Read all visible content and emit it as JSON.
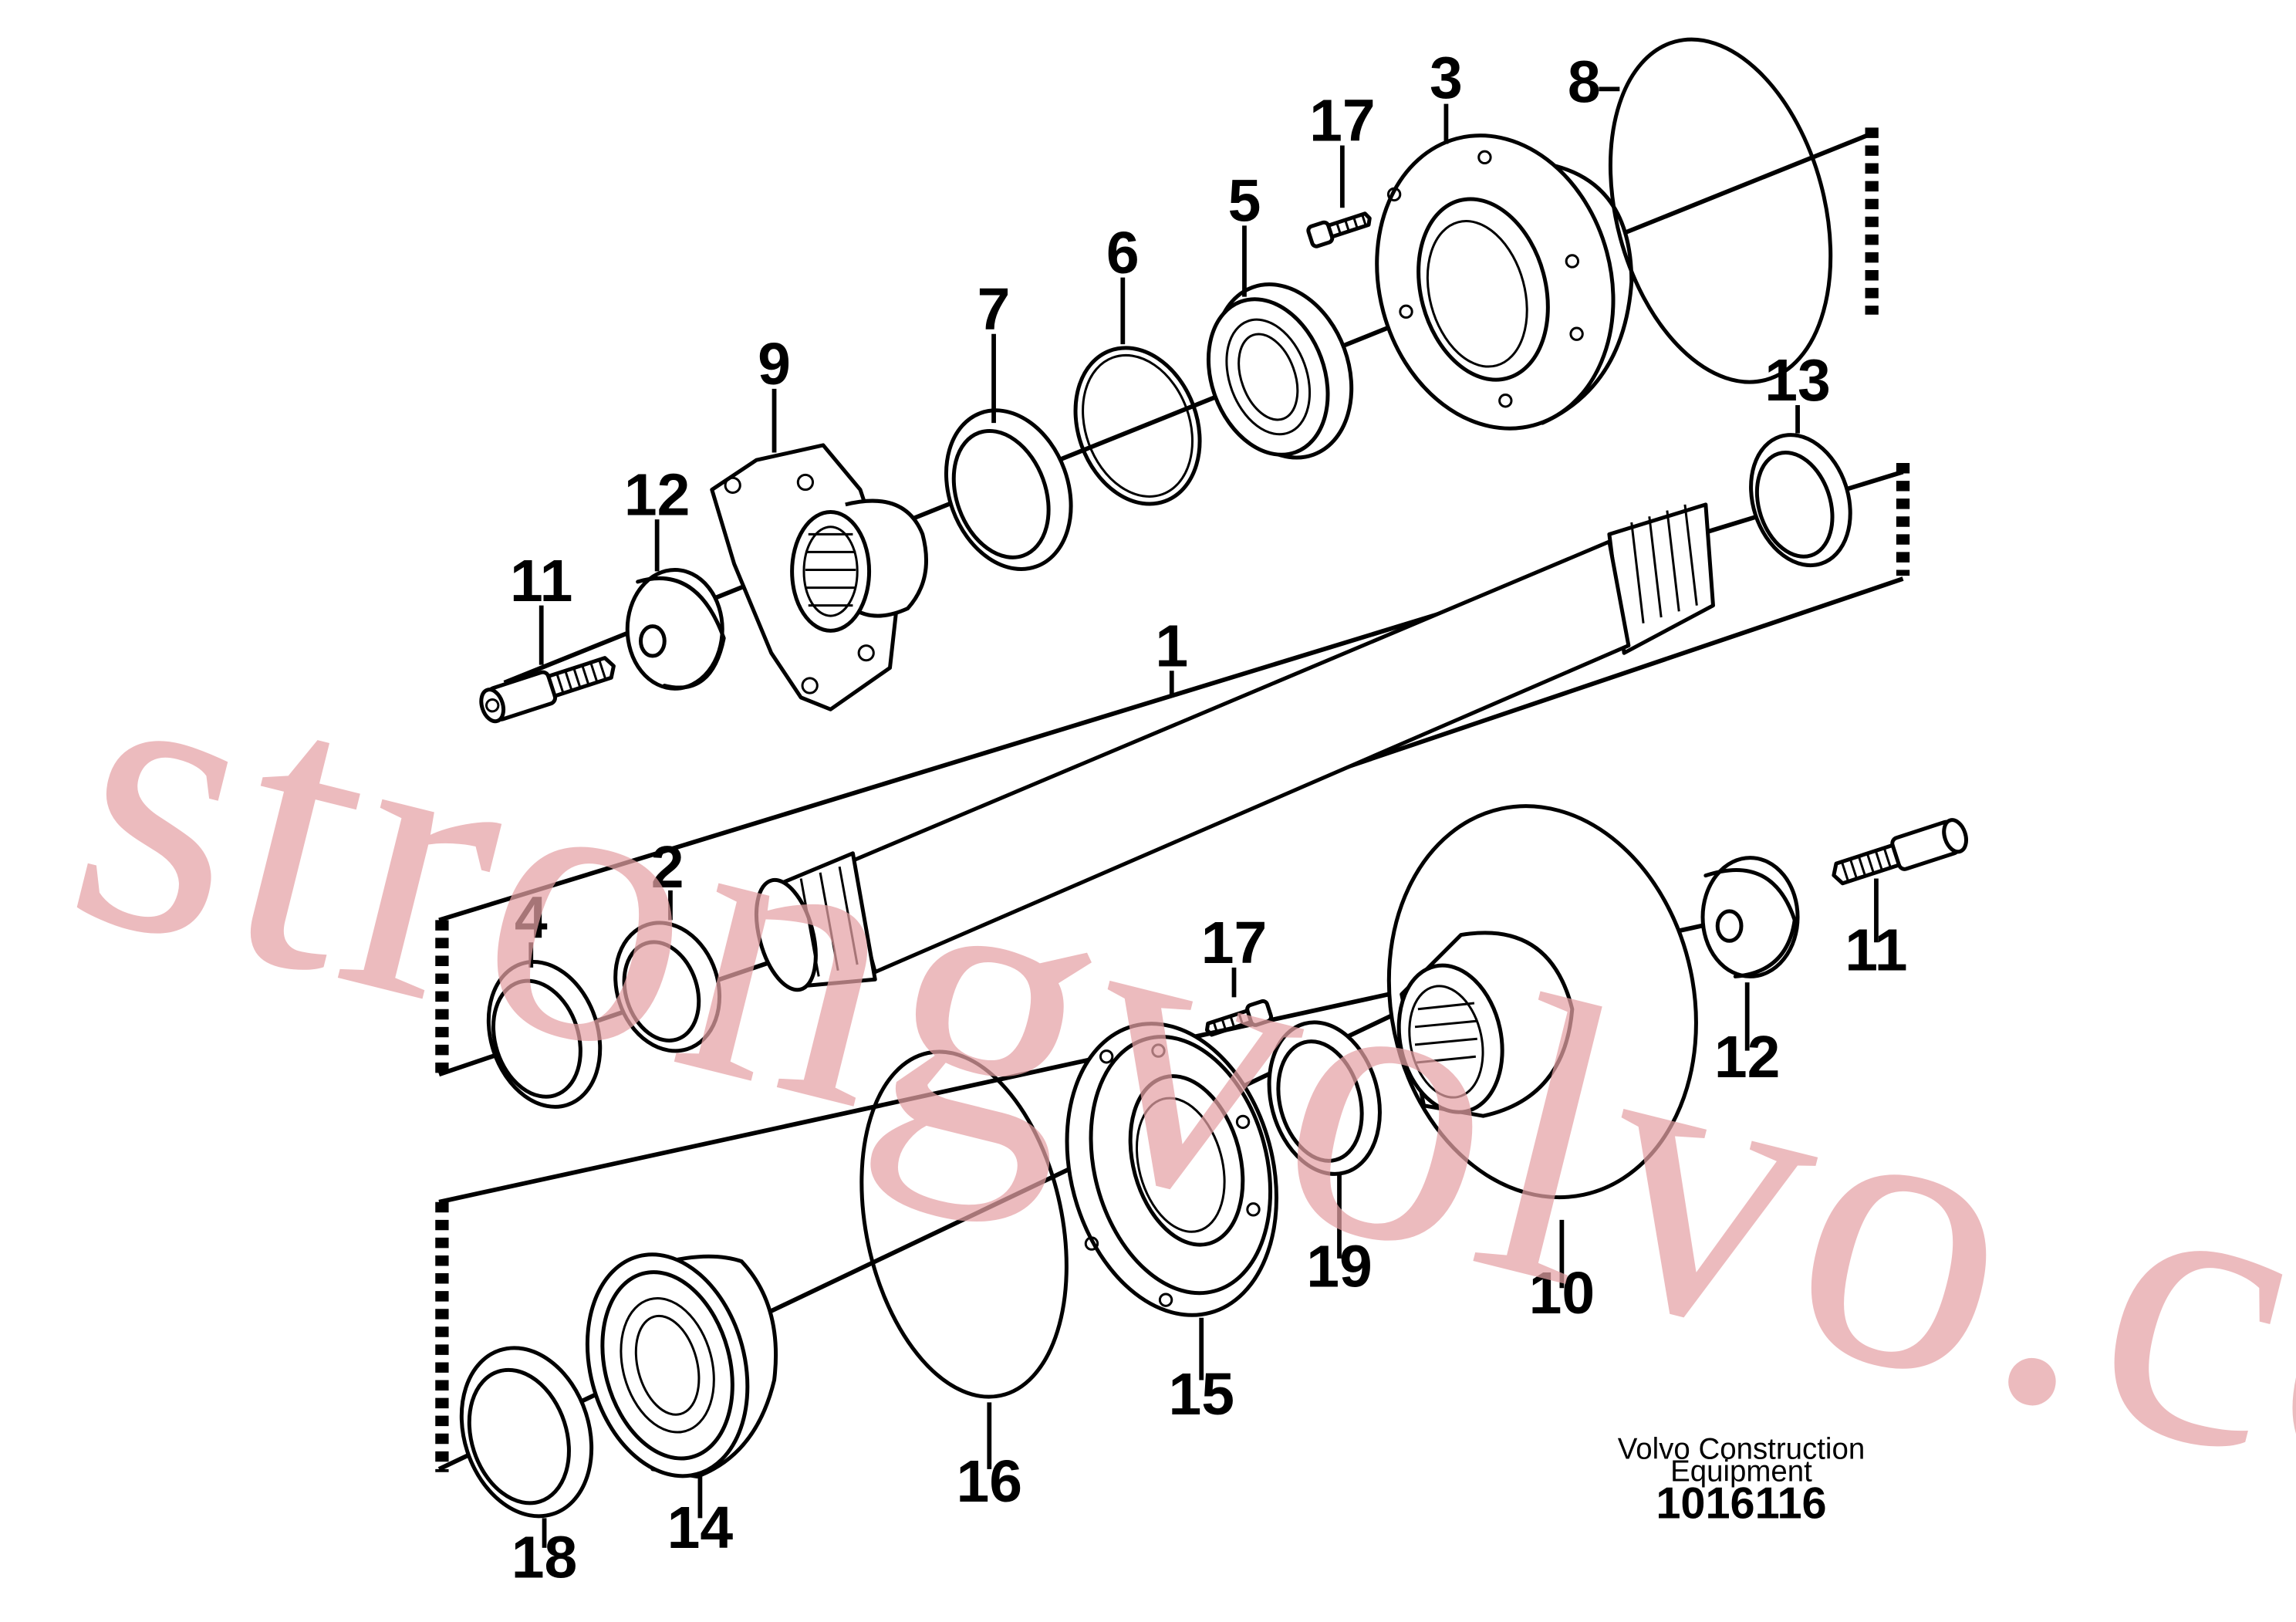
{
  "callouts": {
    "c1": "1",
    "c2": "2",
    "c3": "3",
    "c4": "4",
    "c5": "5",
    "c6": "6",
    "c7": "7",
    "c8": "8",
    "c9": "9",
    "c10": "10",
    "c11a": "11",
    "c11b": "11",
    "c12a": "12",
    "c12b": "12",
    "c13": "13",
    "c14": "14",
    "c15": "15",
    "c16": "16",
    "c17a": "17",
    "c17b": "17",
    "c18": "18",
    "c19": "19"
  },
  "footer": {
    "company_line1": "Volvo Construction",
    "company_line2": "Equipment",
    "document_number": "1016116"
  },
  "watermark": "strongvolvo.com"
}
